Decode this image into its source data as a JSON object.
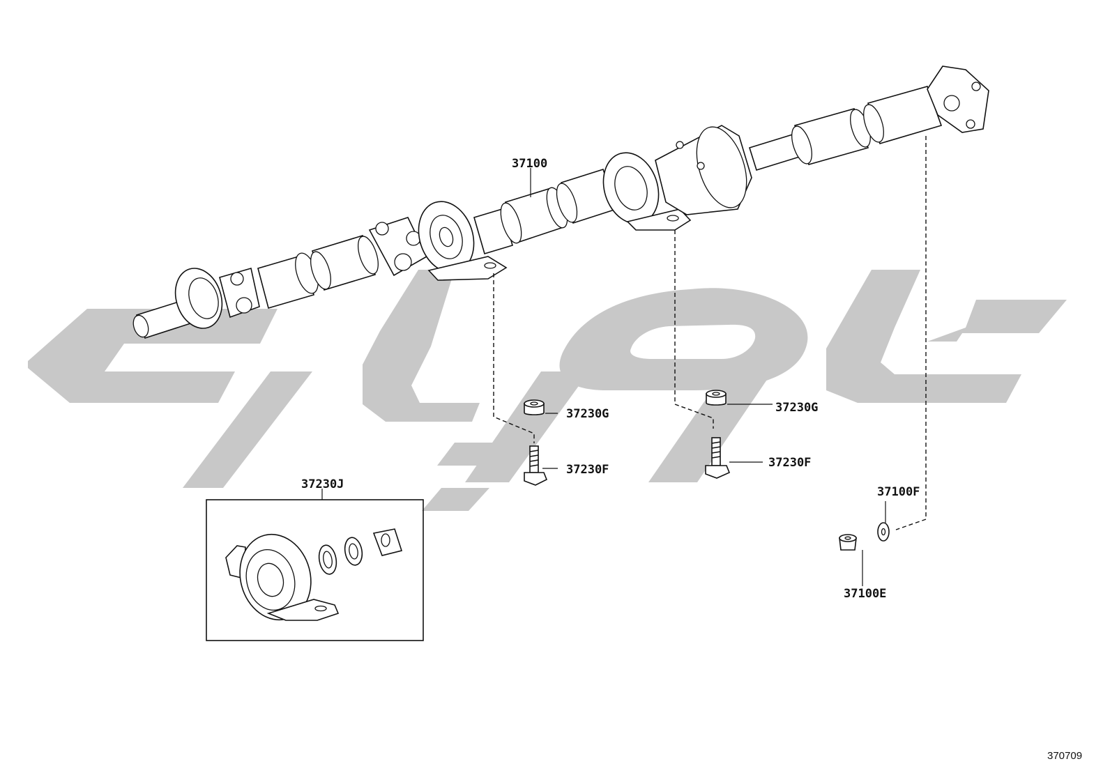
{
  "parts": {
    "shaft_assembly": "37100",
    "support_kit": "37230J",
    "spacer_left": "37230G",
    "spacer_right": "37230G",
    "bolt_left": "37230F",
    "bolt_right": "37230F",
    "washer": "37100F",
    "nut": "37100E"
  },
  "diagram_code": "370709",
  "watermark_color": "#c8c8c8",
  "line_color": "#111111"
}
